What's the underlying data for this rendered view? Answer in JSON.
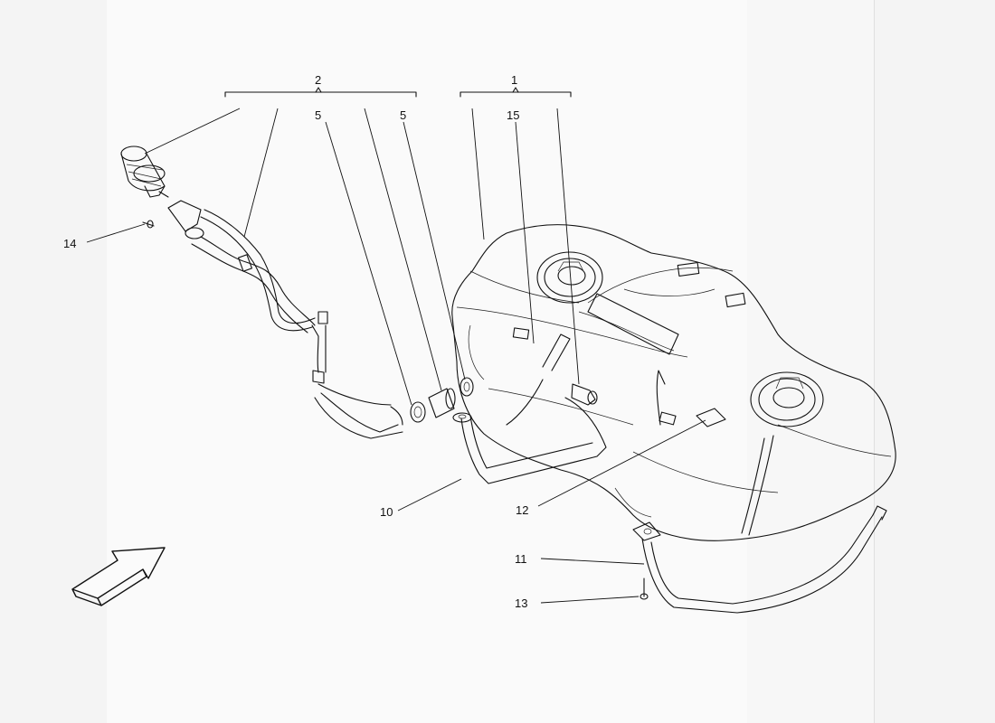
{
  "diagram": {
    "callouts": {
      "c1": "1",
      "c2": "2",
      "c5a": "5",
      "c5b": "5",
      "c10": "10",
      "c11": "11",
      "c12": "12",
      "c13": "13",
      "c14": "14",
      "c15": "15"
    }
  },
  "colors": {
    "background": "#f4f4f4",
    "page": "#fbfbfb",
    "ink": "#111111"
  },
  "icons": {
    "direction_arrow": "front-direction-arrow-icon"
  }
}
